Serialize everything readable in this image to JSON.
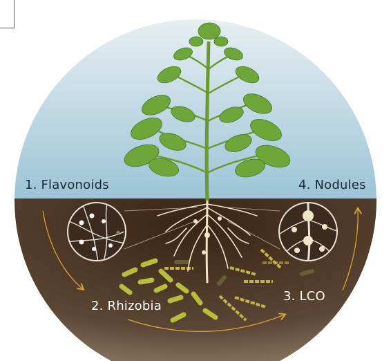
{
  "diagram": {
    "labels": {
      "flavonoids": "1. Flavonoids",
      "rhizobia": "2. Rhizobia",
      "lco": "3. LCO",
      "nodules": "4. Nodules"
    },
    "colors": {
      "sky_top": "#e9f0f2",
      "sky_bottom": "#9fc6d9",
      "soil_top": "#3a2214",
      "soil_bottom": "#7a6650",
      "leaf": "#6fa63a",
      "leaf_dark": "#3f7a26",
      "root": "#efe6c6",
      "rhizobia": "#b9c23a",
      "lco": "#c6b24a",
      "arrow": "#d9a13a"
    },
    "icons": [
      "flavonoid-inset-circle",
      "nodule-inset-circle",
      "plant-icon"
    ]
  }
}
